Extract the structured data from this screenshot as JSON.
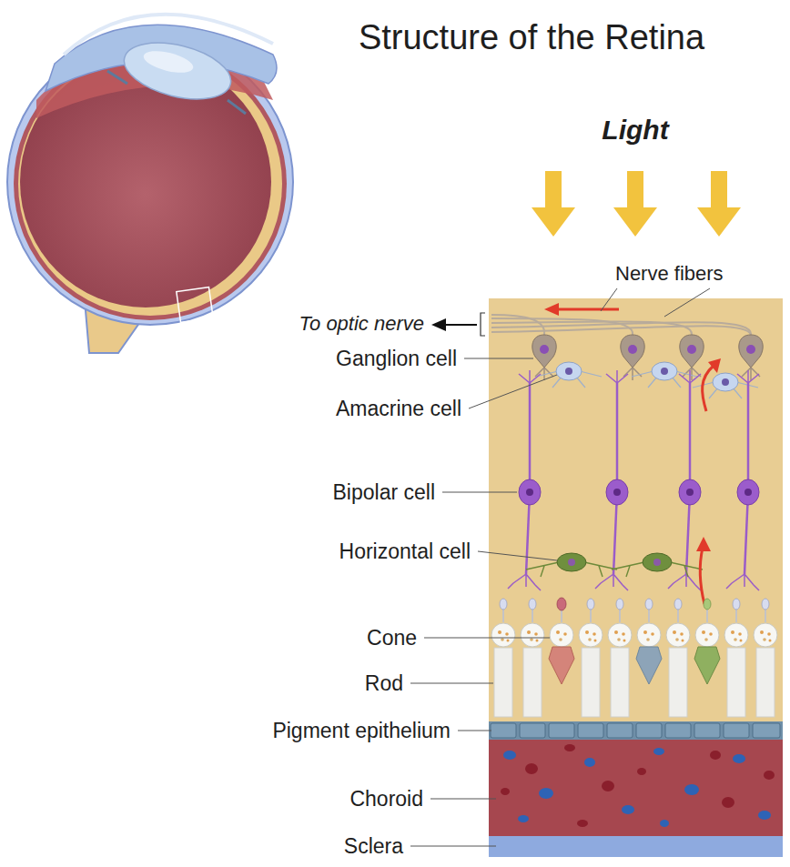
{
  "diagram": {
    "title": "Structure of the Retina",
    "labels": [
      "Light",
      "Nerve fibers",
      "To optic nerve",
      "Ganglion cell",
      "Amacrine cell",
      "Bipolar cell",
      "Horizontal cell",
      "Cone",
      "Rod",
      "Pigment epithelium",
      "Choroid",
      "Sclera"
    ]
  }
}
